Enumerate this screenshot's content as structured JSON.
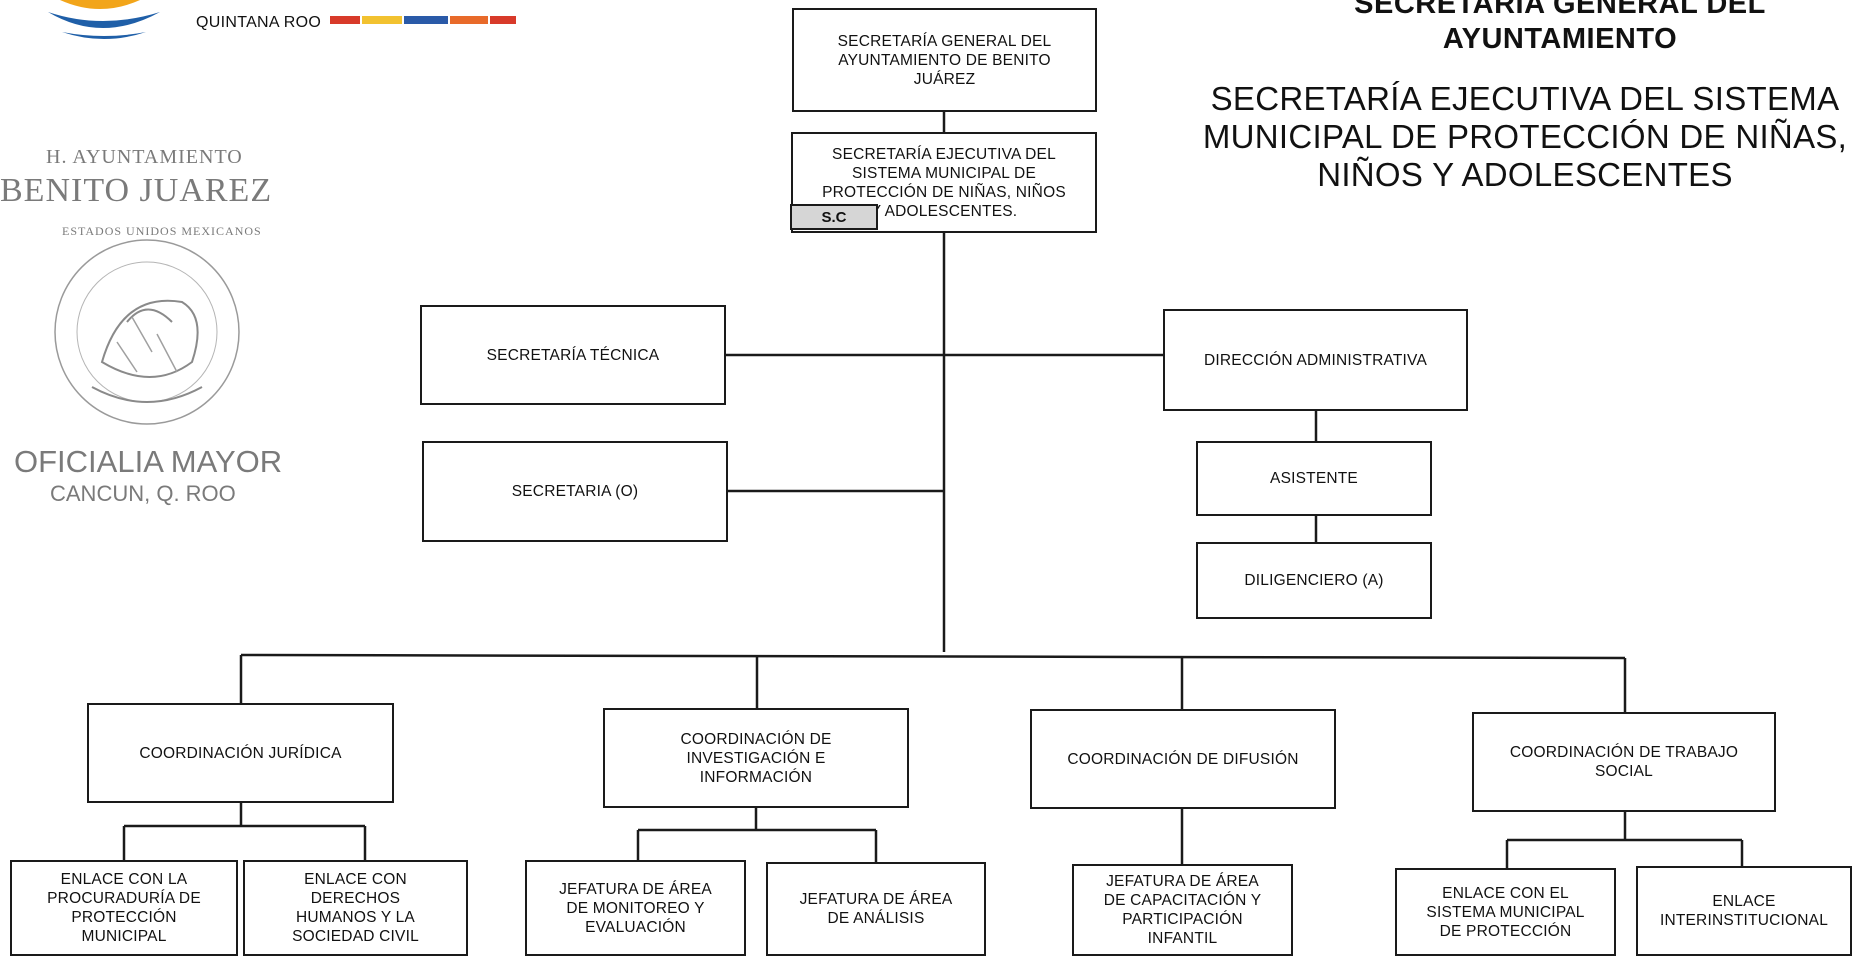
{
  "header": {
    "title_line1": "SECRETARÍA GENERAL DEL",
    "title_line2": "AYUNTAMIENTO",
    "subtitle_lines": [
      "SECRETARÍA EJECUTIVA DEL SISTEMA",
      "MUNICIPAL DE PROTECCIÓN DE NIÑAS,",
      "NIÑOS Y ADOLESCENTES"
    ]
  },
  "logo": {
    "state_text": "QUINTANA ROO",
    "colors": {
      "sun": "#f2a51a",
      "sea": "#1f5fa8",
      "stripe_red": "#d83a2a",
      "stripe_yellow": "#f2c230",
      "stripe_blue": "#2a5aa8"
    }
  },
  "seal": {
    "line1": "H. AYUNTAMIENTO",
    "line2": "BENITO JUAREZ",
    "ring_text": "ESTADOS UNIDOS MEXICANOS",
    "line3": "OFICIALIA MAYOR",
    "line4": "CANCUN, Q. ROO"
  },
  "org": {
    "top": [
      "SECRETARÍA GENERAL DEL",
      "AYUNTAMIENTO DE BENITO",
      "JUÁREZ"
    ],
    "executive": [
      "SECRETARÍA EJECUTIVA DEL",
      "SISTEMA MUNICIPAL DE",
      "PROTECCIÓN DE NIÑAS, NIÑOS",
      "Y ADOLESCENTES."
    ],
    "executive_tag": "S.C",
    "tecnica": "SECRETARÍA TÉCNICA",
    "secretaria": "SECRETARIA (O)",
    "admin": "DIRECCIÓN ADMINISTRATIVA",
    "asistente": "ASISTENTE",
    "diligenciero": "DILIGENCIERO (A)",
    "coord_juridica": "COORDINACIÓN JURÍDICA",
    "coord_investigacion": [
      "COORDINACIÓN DE",
      "INVESTIGACIÓN E",
      "INFORMACIÓN"
    ],
    "coord_difusion": "COORDINACIÓN DE DIFUSIÓN",
    "coord_trabajo": [
      "COORDINACIÓN DE TRABAJO",
      "SOCIAL"
    ],
    "enlace_procuraduria": [
      "ENLACE CON LA",
      "PROCURADURÍA DE",
      "PROTECCIÓN",
      "MUNICIPAL"
    ],
    "enlace_derechos": [
      "ENLACE CON",
      "DERECHOS",
      "HUMANOS Y LA",
      "SOCIEDAD CIVIL"
    ],
    "jefatura_monitoreo": [
      "JEFATURA DE ÁREA",
      "DE MONITOREO Y",
      "EVALUACIÓN"
    ],
    "jefatura_analisis": [
      "JEFATURA DE ÁREA",
      "DE ANÁLISIS"
    ],
    "jefatura_capacitacion": [
      "JEFATURA DE ÁREA",
      "DE CAPACITACIÓN Y",
      "PARTICIPACIÓN",
      "INFANTIL"
    ],
    "enlace_sistema": [
      "ENLACE CON EL",
      "SISTEMA MUNICIPAL",
      "DE PROTECCIÓN"
    ],
    "enlace_inter": "ENLACE INTERINSTITUCIONAL"
  }
}
